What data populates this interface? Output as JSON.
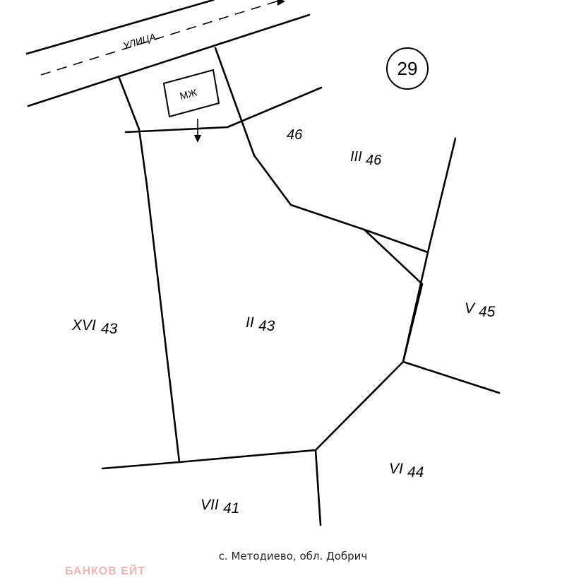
{
  "street": {
    "label": "УЛИЦА"
  },
  "block_number": "29",
  "building": {
    "label": "МЖ"
  },
  "parcels": [
    {
      "roman": "III",
      "number": "46"
    },
    {
      "roman": "II",
      "number": "43"
    },
    {
      "roman": "XVI",
      "number": "43"
    },
    {
      "roman": "V",
      "number": "45"
    },
    {
      "roman": "VI",
      "number": "44"
    },
    {
      "roman": "VII",
      "number": "41"
    }
  ],
  "plain_labels": {
    "neighbor_46": "46"
  },
  "caption": "с. Методиево, обл. Добрич",
  "watermark": "БАНКОВ ЕЙТ"
}
